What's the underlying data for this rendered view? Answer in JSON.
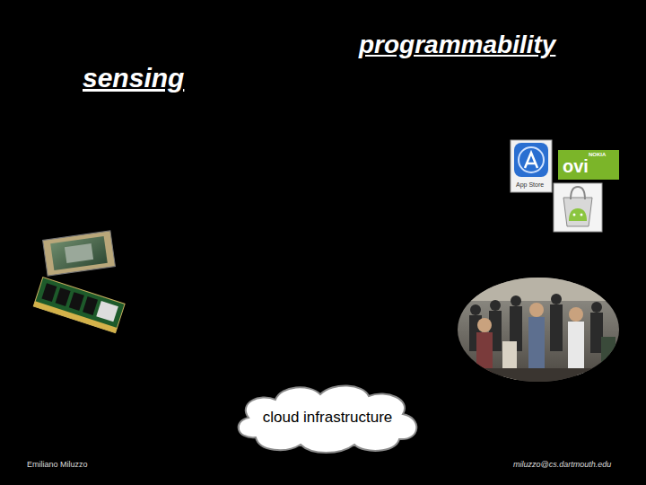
{
  "diagram": {
    "nodes": [
      {
        "text": [
          "cloud infrastructure"
        ]
      }
    ],
    "edges": [],
    "labels": [
      "sensing",
      "programmability",
      "App Store",
      "NOKIA",
      "ovi",
      "Emiliano Miluzzo",
      "miluzzo@cs.dartmouth.edu"
    ]
  }
}
